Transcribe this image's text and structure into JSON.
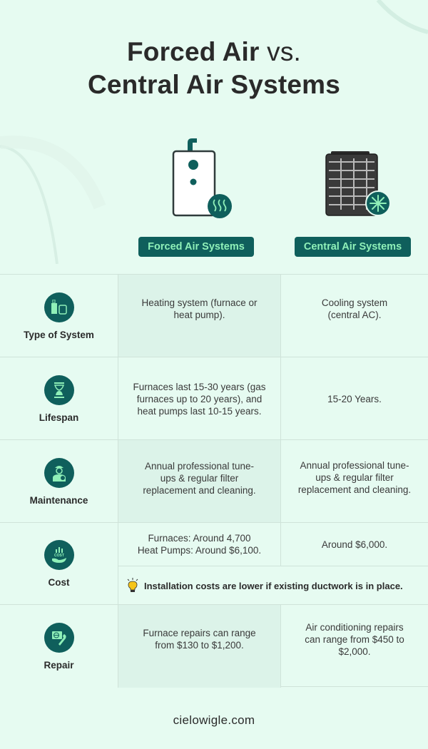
{
  "title": {
    "line1_bold": "Forced Air",
    "line1_light": "vs.",
    "line2": "Central Air Systems"
  },
  "columns": [
    {
      "label": "Forced Air Systems",
      "icon": "furnace-heat-icon"
    },
    {
      "label": "Central Air Systems",
      "icon": "ac-unit-snowflake-icon"
    }
  ],
  "rows": [
    {
      "label": "Type of System",
      "icon": "system-type-icon",
      "forced_air": "Heating system (furnace or heat pump).",
      "central_air": "Cooling system (central AC)."
    },
    {
      "label": "Lifespan",
      "icon": "hourglass-icon",
      "forced_air": "Furnaces last 15-30 years (gas furnaces up to 20 years), and heat pumps last 10-15 years.",
      "central_air": "15-20 Years."
    },
    {
      "label": "Maintenance",
      "icon": "technician-icon",
      "forced_air": "Annual professional tune-ups & regular filter replacement and cleaning.",
      "central_air": "Annual professional tune-ups & regular filter replacement and cleaning."
    },
    {
      "label": "Cost",
      "icon": "cost-hand-icon",
      "forced_air_line1": "Furnaces: Around 4,700",
      "forced_air_line2": "Heat Pumps: Around $6,100.",
      "central_air": "Around $6,000.",
      "note": "Installation costs are lower if existing ductwork is in place.",
      "note_icon": "lightbulb-icon"
    },
    {
      "label": "Repair",
      "icon": "repair-wrench-icon",
      "forced_air": "Furnace repairs can range from $130 to $1,200.",
      "central_air": "Air conditioning repairs can range from $450 to $2,000."
    }
  ],
  "footer": "cielowigle.com",
  "colors": {
    "background": "#e6fbf1",
    "accent_dark": "#0f5f5c",
    "accent_light": "#8ff0b8",
    "shade": "#dcf3e9"
  }
}
